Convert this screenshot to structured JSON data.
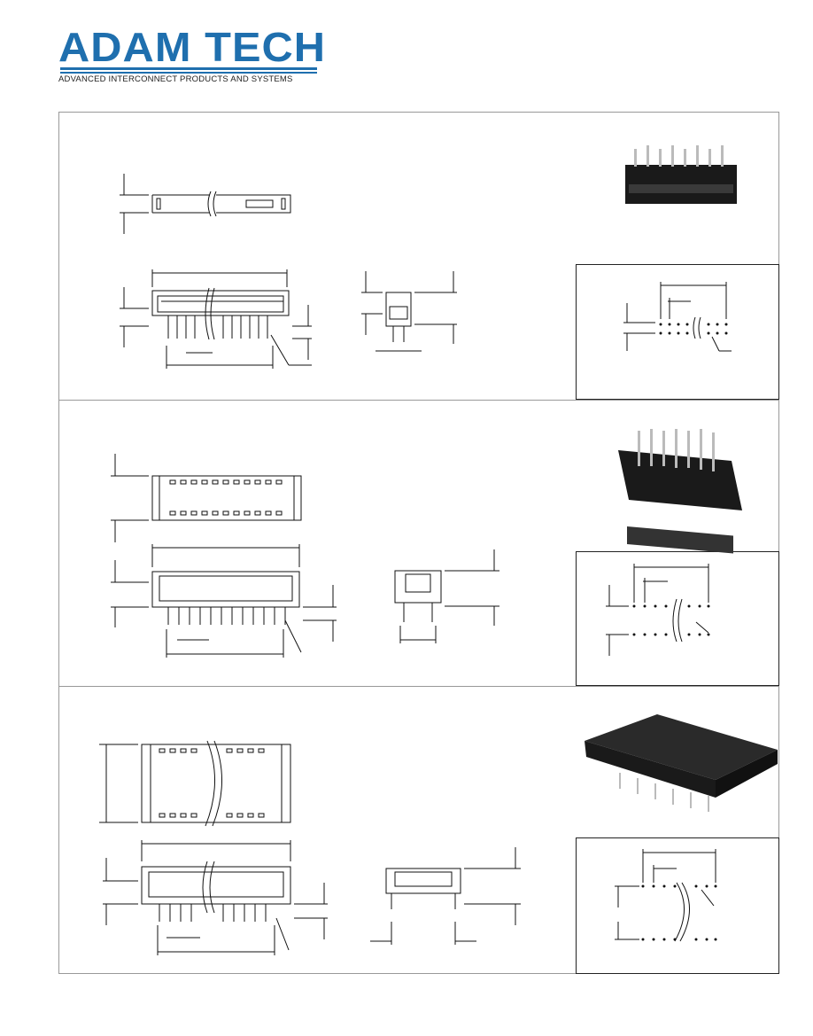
{
  "brand": {
    "name": "ADAM TECH",
    "tagline": "ADVANCED INTERCONNECT PRODUCTS AND SYSTEMS",
    "color": "#1f6fae"
  },
  "icons": [
    "connector-photo",
    "dimension-arrow",
    "pcb-layout"
  ]
}
